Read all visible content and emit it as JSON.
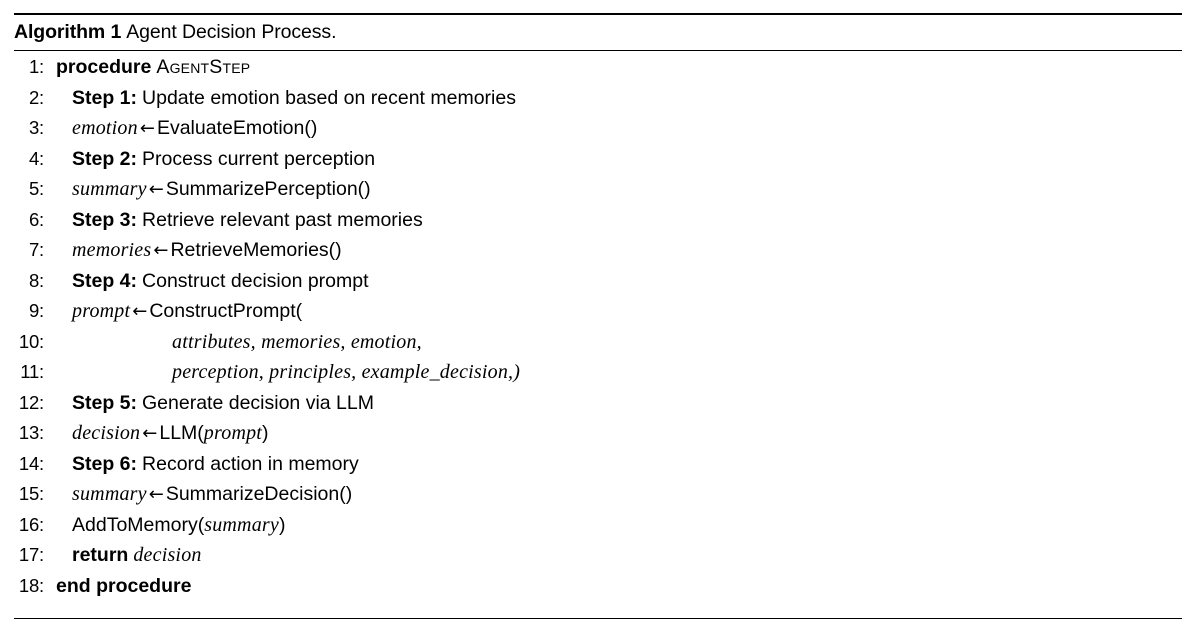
{
  "caption": {
    "label": "Algorithm 1",
    "text": "Agent Decision Process."
  },
  "symbols": {
    "assign_arrow": "←",
    "open_paren": "(",
    "close_paren": ")",
    "empty_args": "()",
    "comma": ",",
    "comma_close": ",)"
  },
  "lines": [
    {
      "no": "1:",
      "indent": 0,
      "kind": "procedure",
      "keyword": "procedure",
      "name": "AgentStep"
    },
    {
      "no": "2:",
      "indent": 1,
      "kind": "step",
      "step_label": "Step 1:",
      "step_text": "Update emotion based on recent memories"
    },
    {
      "no": "3:",
      "indent": 1,
      "kind": "assign",
      "lhs": "emotion",
      "fn": "EvaluateEmotion",
      "args": ""
    },
    {
      "no": "4:",
      "indent": 1,
      "kind": "step",
      "step_label": "Step 2:",
      "step_text": "Process current perception"
    },
    {
      "no": "5:",
      "indent": 1,
      "kind": "assign",
      "lhs": "summary",
      "fn": "SummarizePerception",
      "args": ""
    },
    {
      "no": "6:",
      "indent": 1,
      "kind": "step",
      "step_label": "Step 3:",
      "step_text": "Retrieve relevant past memories"
    },
    {
      "no": "7:",
      "indent": 1,
      "kind": "assign",
      "lhs": "memories",
      "fn": "RetrieveMemories",
      "args": ""
    },
    {
      "no": "8:",
      "indent": 1,
      "kind": "step",
      "step_label": "Step 4:",
      "step_text": "Construct decision prompt"
    },
    {
      "no": "9:",
      "indent": 1,
      "kind": "call-open",
      "lhs": "prompt",
      "fn": "ConstructPrompt"
    },
    {
      "no": "10:",
      "indent": 2,
      "kind": "args",
      "args": "attributes, memories, emotion,"
    },
    {
      "no": "11:",
      "indent": 2,
      "kind": "args",
      "args": "perception, principles, example_decision,)"
    },
    {
      "no": "12:",
      "indent": 1,
      "kind": "step",
      "step_label": "Step 5:",
      "step_text": "Generate decision via LLM"
    },
    {
      "no": "13:",
      "indent": 1,
      "kind": "assign-var",
      "lhs": "decision",
      "fn": "LLM",
      "arg_var": "prompt"
    },
    {
      "no": "14:",
      "indent": 1,
      "kind": "step",
      "step_label": "Step 6:",
      "step_text": "Record action in memory"
    },
    {
      "no": "15:",
      "indent": 1,
      "kind": "assign",
      "lhs": "summary",
      "fn": "SummarizeDecision",
      "args": ""
    },
    {
      "no": "16:",
      "indent": 1,
      "kind": "call-var",
      "fn": "AddToMemory",
      "arg_var": "summary"
    },
    {
      "no": "17:",
      "indent": 1,
      "kind": "return",
      "keyword": "return",
      "value": "decision"
    },
    {
      "no": "18:",
      "indent": 0,
      "kind": "end",
      "keyword": "end procedure"
    }
  ]
}
